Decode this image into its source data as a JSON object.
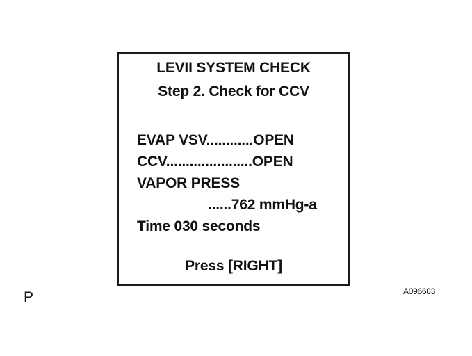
{
  "screen": {
    "title": "LEVII SYSTEM CHECK",
    "step": "Step 2. Check for CCV",
    "rows": {
      "evap_vsv": "EVAP VSV............OPEN",
      "ccv": "CCV......................OPEN",
      "vapor_press_label": "VAPOR PRESS",
      "vapor_press_value": "......762 mmHg-a",
      "time": "Time  030 seconds"
    },
    "prompt": "Press [RIGHT]"
  },
  "figure": {
    "corner_label": "P",
    "code": "A096683"
  },
  "colors": {
    "text": "#111111",
    "border": "#1a1a1a",
    "background": "#ffffff"
  }
}
